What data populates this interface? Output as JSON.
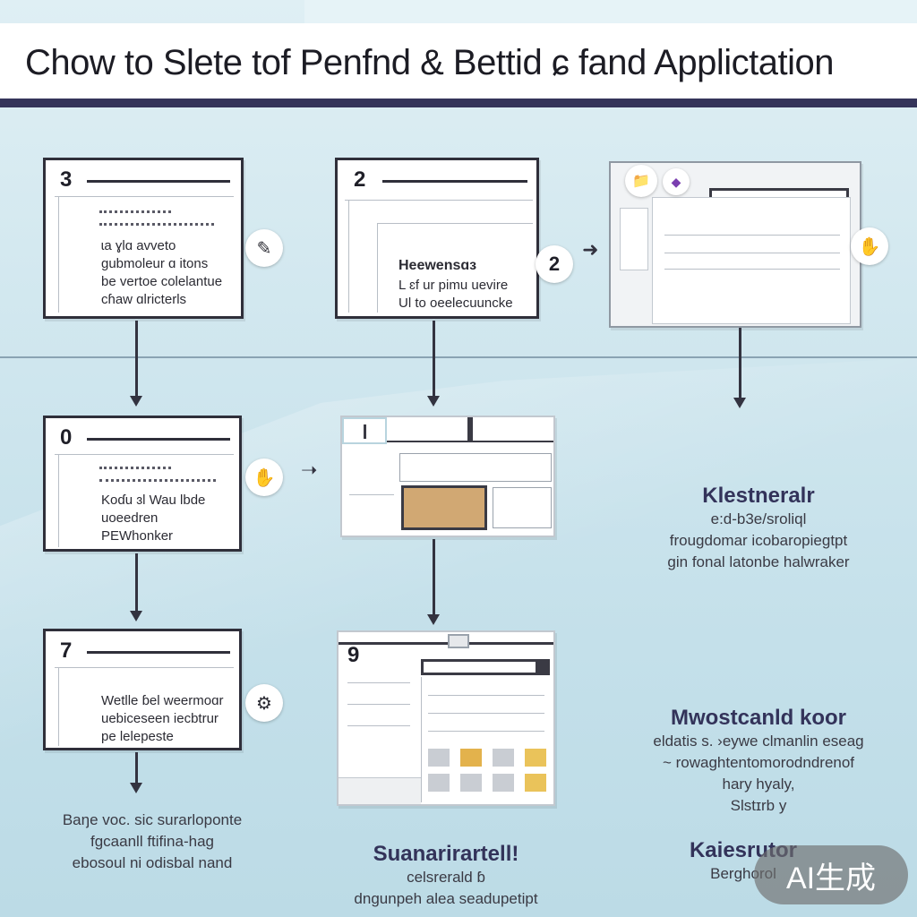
{
  "title": "Chow to Slete tof Penfnd & Bettid ɕ fand Applictation",
  "steps": {
    "a": {
      "number": "3",
      "lines": [
        "ɩa ɣlɑ avveto",
        "gubmoleur ɑ itons",
        "be vertoe colelantue",
        "cɦaw ɑlricterls"
      ]
    },
    "b": {
      "number": "2",
      "heading": "Heewensɑɜ",
      "lines": [
        "L ɛf ur pimu uevire",
        "Ul to oeelecuuncke"
      ],
      "badge": "2"
    },
    "c": {},
    "d": {
      "number": "0",
      "lines": [
        "Koɗu ɜl Wau lbde",
        "uoeedren",
        "PEWhonker"
      ]
    },
    "e": {},
    "f": {
      "number": "7",
      "lines": [
        "Wetlle ɓel weermoɑr",
        "uebiceseen iecbtrur",
        "pe lelepeste"
      ]
    },
    "g": {
      "number": "9"
    }
  },
  "side_notes": [
    {
      "heading": "Klestneralr",
      "lines": [
        "e:d-b3e/sroliql",
        "frougdomar icobaropieɡtpt",
        "gin fonal latonbe halwraker"
      ]
    },
    {
      "heading": "Mwostcanld koor",
      "lines": [
        "eldatis s. ›eywe clmanlin eseag",
        "~ rowaghtentomorodndrenof",
        "hary hyaly,",
        "Slstɪrb y"
      ]
    },
    {
      "heading": "Kaiesrutor",
      "lines": [
        "Berghorol"
      ]
    }
  ],
  "bottom_notes": [
    {
      "heading": "",
      "lines": [
        "Baŋe voc. sic surarloponte",
        "fgcaanll ftifina-hag",
        "ebosoul ni odisbal nand"
      ]
    },
    {
      "heading": "Suanarirartell!",
      "lines": [
        "celsrerald ɓ",
        "dngunpeh alea seadupetipt"
      ]
    }
  ],
  "watermark": "AI生成",
  "icons": {
    "a": "pencil-icon",
    "d": "hand-icon",
    "f": "gear-icon",
    "c_left": "folder-icon",
    "c_right": "hand-icon",
    "c_tab": "purple-tag-icon"
  },
  "colors": {
    "header_rule": "#34345a",
    "tile_gold": "#e3b24c",
    "panel_tan": "#d1a873"
  }
}
